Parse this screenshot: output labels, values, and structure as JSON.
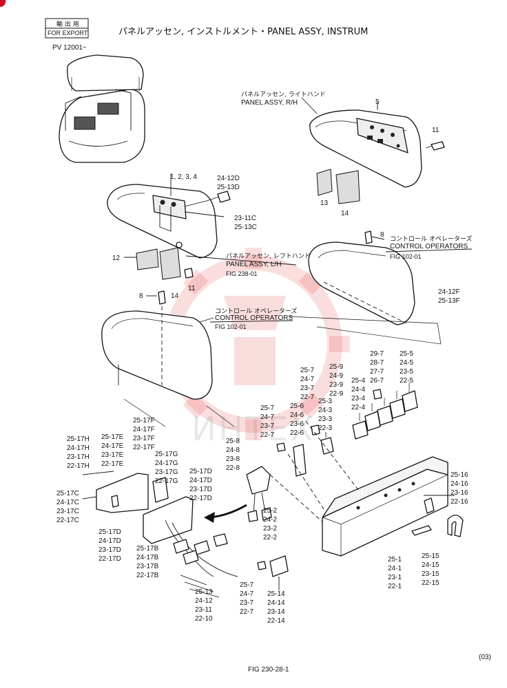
{
  "header": {
    "export_jp": "輸 出 用",
    "export_en": "FOR EXPORT",
    "title": "パネルアッセン, インストルメント・PANEL ASSY, INSTRUM",
    "serial": "PV 12001~"
  },
  "watermark": "ИНТЕХ",
  "callouts": {
    "panel_rh_jp": "パネルアッセン, ライトハンド",
    "panel_rh_en": "PANEL ASSY, R/H",
    "panel_lh_jp": "パネルアッセン, レフトハンド",
    "panel_lh_en": "PANEL ASSY, L/H",
    "panel_lh_fig": "FIG 238-01",
    "ctrl_jp_1": "コントロール オペレーターズ",
    "ctrl_en_1": "CONTROL OPERATORS",
    "ctrl_fig_1": "FIG 102-01",
    "ctrl_jp_2": "コントロール オペレーターズ",
    "ctrl_en_2": "CONTROL OPERATORS",
    "ctrl_fig_2": "FIG 102-01"
  },
  "labels": {
    "p5": "5",
    "p11a": "11",
    "p13": "13",
    "p14a": "14",
    "p1234": "1, 2, 3, 4",
    "g2412d": [
      "24-12D",
      "25-13D"
    ],
    "g2311c": [
      "23-11C",
      "25-13C"
    ],
    "p8a": "8",
    "p12": "12",
    "p11b": "11",
    "p14b": "14",
    "p8b": "8",
    "g2412f": [
      "24-12F",
      "25-13F"
    ],
    "g297": [
      "29-7",
      "28-7",
      "27-7",
      "26-7"
    ],
    "g255": [
      "25-5",
      "24-5",
      "23-5",
      "22-5"
    ],
    "g259": [
      "25-9",
      "24-9",
      "23-9",
      "22-9"
    ],
    "g257a": [
      "25-7",
      "24-7",
      "23-7",
      "22-7"
    ],
    "g254": [
      "25-4",
      "24-4",
      "23-4",
      "22-4"
    ],
    "g256": [
      "25-6",
      "24-6",
      "23-6",
      "22-6"
    ],
    "g253": [
      "25-3",
      "24-3",
      "23-3",
      "22-3"
    ],
    "g257b": [
      "25-7",
      "24-7",
      "23-7",
      "22-7"
    ],
    "g258": [
      "25-8",
      "24-8",
      "23-8",
      "22-8"
    ],
    "g2517f": [
      "25-17F",
      "24-17F",
      "23-17F",
      "22-17F"
    ],
    "g2517e": [
      "25-17E",
      "24-17E",
      "23-17E",
      "22-17E"
    ],
    "g2517h": [
      "25-17H",
      "24-17H",
      "23-17H",
      "22-17H"
    ],
    "g2517g": [
      "25-17G",
      "24-17G",
      "23-17G",
      "22-17G"
    ],
    "g2517d_top": [
      "25-17D",
      "24-17D",
      "23-17D",
      "22-17D"
    ],
    "g2517c": [
      "25-17C",
      "24-17C",
      "23-17C",
      "22-17C"
    ],
    "g2517d_bot": [
      "25-17D",
      "24-17D",
      "23-17D",
      "22-17D"
    ],
    "g2517b": [
      "25-17B",
      "24-17B",
      "23-17B",
      "22-17B"
    ],
    "g252": [
      "25-2",
      "24-2",
      "23-2",
      "22-2"
    ],
    "g2516": [
      "25-16",
      "24-16",
      "23-16",
      "22-16"
    ],
    "g2515": [
      "25-15",
      "24-15",
      "23-15",
      "22-15"
    ],
    "g251": [
      "25-1",
      "24-1",
      "23-1",
      "22-1"
    ],
    "g2513": [
      "25-13",
      "24-12",
      "23-11",
      "22-10"
    ],
    "g257c": [
      "25-7",
      "24-7",
      "23-7",
      "22-7"
    ],
    "g2514": [
      "25-14",
      "24-14",
      "23-14",
      "22-14"
    ]
  },
  "footer": {
    "figure": "FIG 230-28-1",
    "page": "(03)"
  }
}
